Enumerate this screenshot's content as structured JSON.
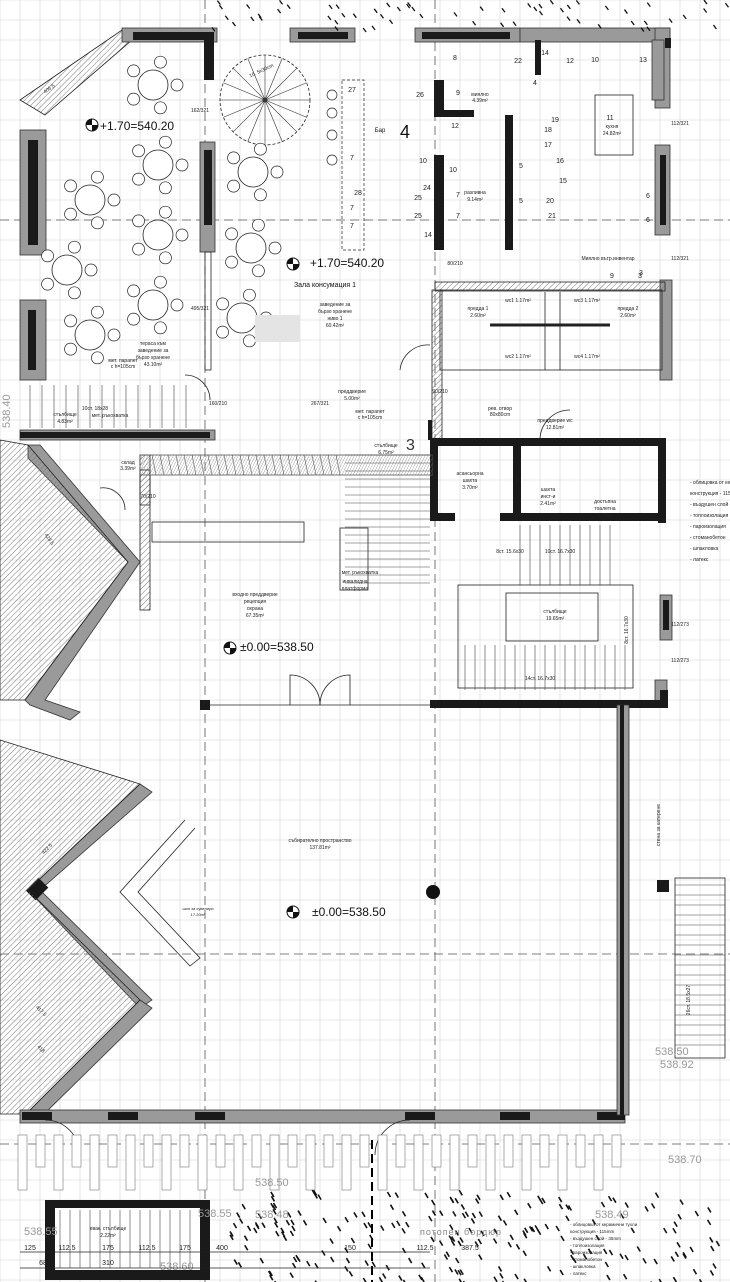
{
  "plan": {
    "levels": {
      "terrace": "+1.70=540.20",
      "hall_upper": "+1.70=540.20",
      "entrance": "±0.00=538.50",
      "gathering": "±0.00=538.50"
    },
    "section_marks": [
      "4",
      "3"
    ],
    "rooms": {
      "hall_title": "Зала консумация 1",
      "fastfood": [
        "заведение за",
        "бързо хранене",
        "ниво 1",
        "60.42m²"
      ],
      "terrace": [
        "тераса към",
        "заведение за",
        "бързо хранене",
        "43.10m²"
      ],
      "railing": [
        "мет. парапет",
        "с h=105cm"
      ],
      "stair_small": [
        "10ст. 18x28",
        "стълбище",
        "4.83m²"
      ],
      "handrail": "мет. ръкохватка",
      "bar": "Бар",
      "dish": [
        "миялно",
        "4.39m²"
      ],
      "kitchen": [
        "кухня",
        "24.82m²"
      ],
      "pouring": [
        "разливна",
        "9.14m²"
      ],
      "dish_inner": "Миялно вътр.инвентар",
      "lobby_small": [
        "преддверие",
        "5.00m²"
      ],
      "stair_mid": [
        "стълбище",
        "6.75m²"
      ],
      "wc_lobby": [
        "преддверие wc",
        "12.81m²"
      ],
      "rev_opening": [
        "рев. отвор",
        "80x80cm"
      ],
      "storage": [
        "склад",
        "3.39m²"
      ],
      "elevator": [
        "асансьорна",
        "шахта",
        "3.70m²"
      ],
      "shaft": [
        "шахта",
        "инст-и",
        "2.41m²"
      ],
      "accessible_wc": [
        "достъпна",
        "тоалетна",
        "3.75m²"
      ],
      "anteroom1": [
        "предда 1",
        "2.60m²"
      ],
      "anteroom2": [
        "предда 2",
        "2.60m²"
      ],
      "wc": [
        "wc1 1.17m²",
        "wc3 1.17m²",
        "wc2 1.17m²",
        "wc4 1.17m²"
      ],
      "reception": [
        "входно преддверие",
        "рецепция",
        "охрана",
        "67.35m²"
      ],
      "platform": [
        "инвалидна",
        "платформа"
      ],
      "stair_main": [
        "стълбище",
        "19.65m²"
      ],
      "flights": [
        "8ст. 15.6x30",
        "10ст. 16.7x30",
        "14ст. 16.7x30",
        "8ст. 16.7x30"
      ],
      "gathering": [
        "събирателно пространство",
        "137.81m²"
      ],
      "souvenirs": [
        "шоп за сувенири",
        "17.20m²"
      ],
      "climbing": "стена за катерене",
      "climb_stair": "26ст. 18.5x27",
      "evac": [
        "евак. стълбище",
        "2.22m²"
      ],
      "curb": "потопен бордюр",
      "spiral": "16. 5x30cm"
    },
    "equipment_numbers": [
      "27",
      "7",
      "28",
      "7",
      "7",
      "8",
      "9",
      "26",
      "12",
      "4",
      "22",
      "14",
      "12",
      "10",
      "13",
      "3",
      "19",
      "18",
      "17",
      "16",
      "15",
      "5",
      "5",
      "20",
      "21",
      "10",
      "10",
      "24",
      "7",
      "25",
      "25",
      "7",
      "14",
      "6",
      "6",
      "11",
      "9",
      "3"
    ],
    "elevations": [
      "538.40",
      "538.55",
      "538.55",
      "538.48",
      "538.50",
      "538.60",
      "538.70",
      "538.49",
      "538.50",
      "538.92"
    ],
    "dimensions_top": [
      "125",
      "112.5",
      "175",
      "112.5",
      "175",
      "400",
      "150",
      "112.5",
      "387.5"
    ],
    "dimensions_bottom": [
      "68",
      "310"
    ],
    "openings": [
      "160/210",
      "267/321",
      "162/321",
      "495/321",
      "112/321",
      "112/321",
      "112/273",
      "112/273",
      "70/210",
      "80/210",
      "90/210"
    ],
    "diag_dims": [
      "406.5",
      "423.5",
      "422.5",
      "417.5",
      "418"
    ],
    "wall_layers": [
      "- облицовка от керамични тухли",
      "конструкция - 115mm",
      "- въздушен слой - 35mm",
      "- топлоизолация",
      "- пароизолация",
      "- стоманобетон",
      "- шпакловка",
      "- латекс"
    ]
  }
}
